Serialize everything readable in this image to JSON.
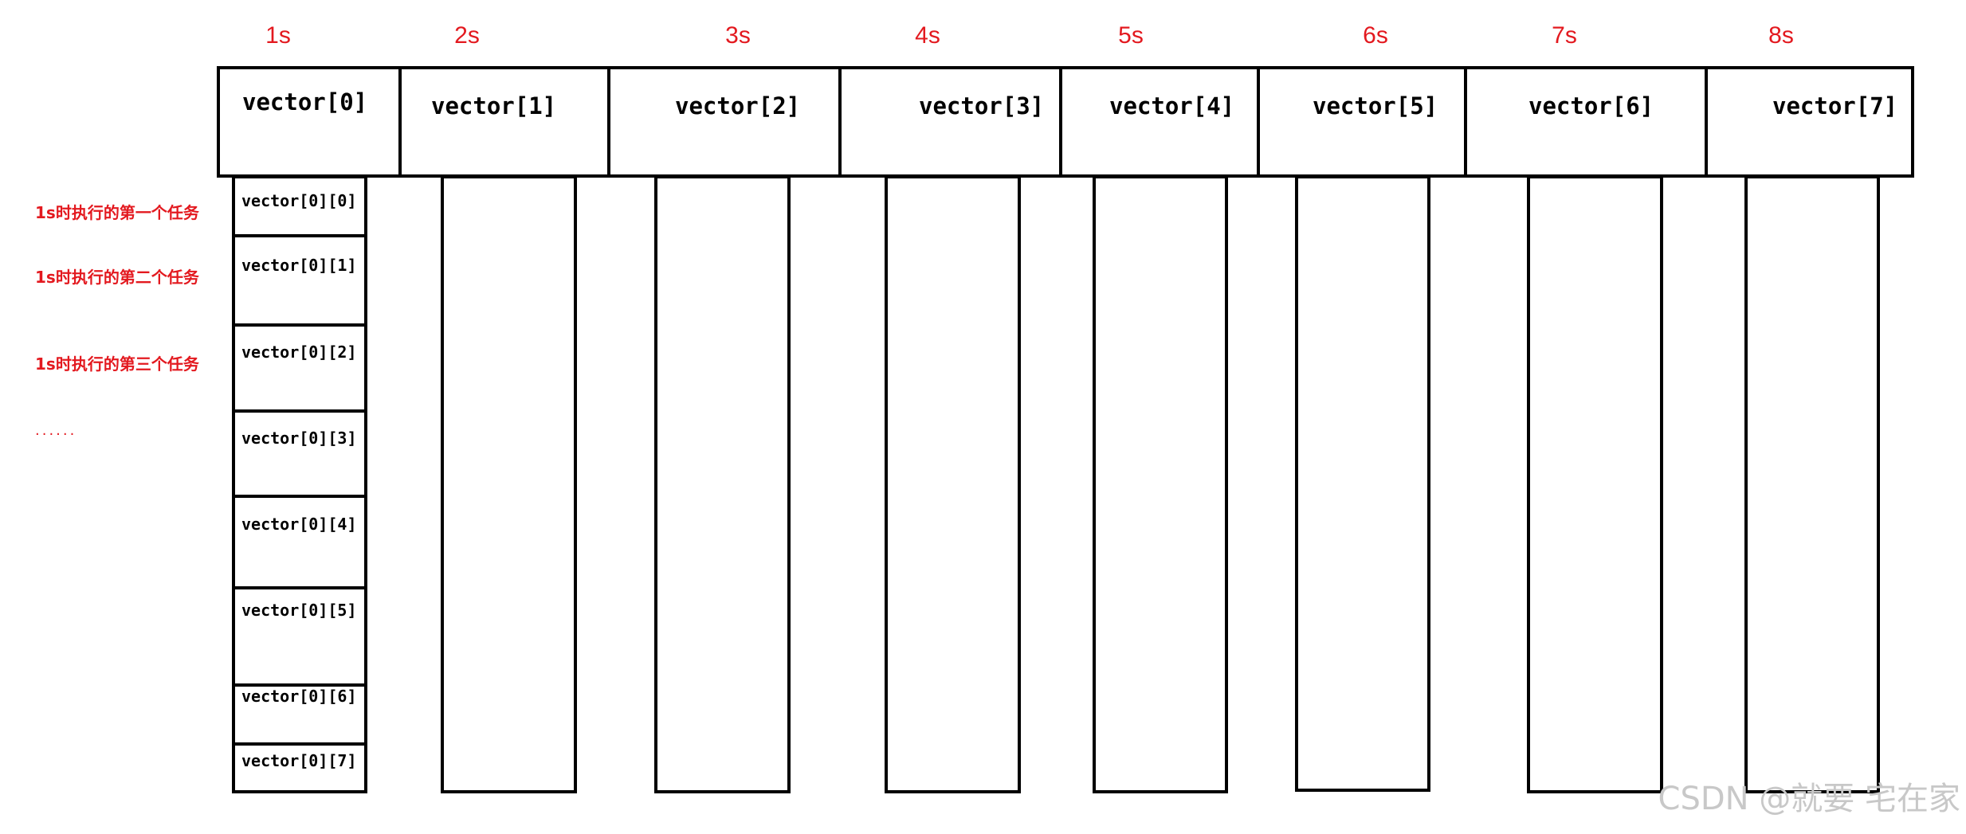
{
  "time_labels": [
    "1s",
    "2s",
    "3s",
    "4s",
    "5s",
    "6s",
    "7s",
    "8s"
  ],
  "vectors": [
    "vector[0]",
    "vector[1]",
    "vector[2]",
    "vector[3]",
    "vector[4]",
    "vector[5]",
    "vector[6]",
    "vector[7]"
  ],
  "sub_vectors": [
    "vector[0][0]",
    "vector[0][1]",
    "vector[0][2]",
    "vector[0][3]",
    "vector[0][4]",
    "vector[0][5]",
    "vector[0][6]",
    "vector[0][7]"
  ],
  "side_notes": [
    "1s时执行的第一个任务",
    "1s时执行的第二个任务",
    "1s时执行的第三个任务"
  ],
  "ellipsis": "......",
  "watermark": "CSDN @就要 宅在家",
  "colors": {
    "time_label": "#e3191f",
    "side_note": "#e3191f",
    "stroke": "#000000",
    "watermark": "#c8c8c8"
  }
}
